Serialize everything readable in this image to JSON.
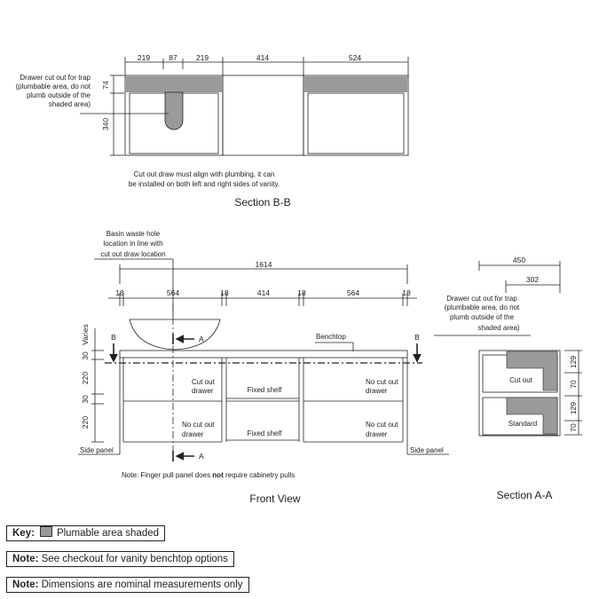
{
  "section_bb": {
    "title": "Section B-B",
    "dims_top": [
      "219",
      "87",
      "219",
      "414",
      "524"
    ],
    "dims_side": [
      "74",
      "340"
    ],
    "callout": [
      "Drawer cut out for trap",
      "(plumbable area, do not",
      "plumb outside of the",
      "shaded area)"
    ],
    "note": [
      "Cut out draw must align with plumbing, it can",
      "be installed on both left and right sides of vanity."
    ]
  },
  "front_view": {
    "title": "Front View",
    "basin_note": [
      "Basin waste hole",
      "location in line with",
      "cut out draw location"
    ],
    "overall": "1614",
    "dims_top": [
      "18",
      "564",
      "18",
      "414",
      "18",
      "564",
      "18"
    ],
    "dims_side": [
      "Varies",
      "30",
      "220",
      "30",
      "220"
    ],
    "section_marks": {
      "b": "B",
      "a": "A"
    },
    "benchtop": "Benchtop",
    "cut_out_drawer": [
      "Cut out",
      "drawer"
    ],
    "no_cut_out_drawer": [
      "No cut out",
      "drawer"
    ],
    "fixed_shelf": "Fixed shelf",
    "side_panel": "Side panel",
    "note_prefix": "Note:",
    "note_text": " Finger pull panel does ",
    "note_bold": "not",
    "note_suffix": " require cabinetry pulls"
  },
  "section_aa": {
    "title": "Section A-A",
    "dims_top": [
      "450",
      "302"
    ],
    "callout": [
      "Drawer cut out for trap",
      "(plumbable area, do not",
      "plumb outside of the",
      "shaded area)"
    ],
    "dims_side": [
      "129",
      "70",
      "129",
      "70"
    ],
    "cut_out": "Cut out",
    "standard": "Standard"
  },
  "key": {
    "label": "Key:",
    "text": "Plumable area shaded",
    "note1_label": "Note:",
    "note1_text": "See checkout for vanity benchtop options",
    "note2_label": "Note:",
    "note2_text": "Dimensions are nominal measurements only"
  },
  "colors": {
    "shade": "#9a9a9a",
    "line": "#222222"
  }
}
